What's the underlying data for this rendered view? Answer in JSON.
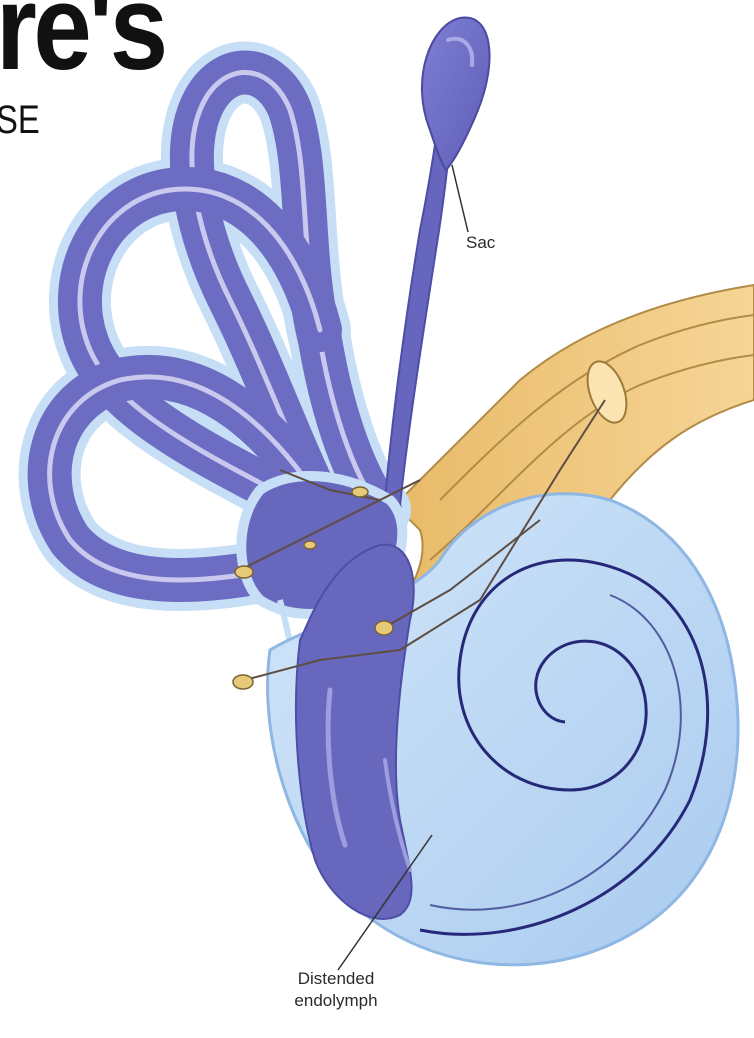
{
  "header": {
    "title": "re's",
    "subtitle": "SE"
  },
  "labels": {
    "sac": "Sac",
    "endolymph_line1": "Distended",
    "endolymph_line2": "endolymph"
  },
  "colors": {
    "labyrinth_purple": "#6f6fc4",
    "labyrinth_highlight": "#c7c7ef",
    "bone_outline": "#bcd7f3",
    "cochlea_blue": "#b8d6f4",
    "cochlea_stroke": "#26287a",
    "nerve_yellow": "#f0c77b",
    "nerve_stroke": "#a88845"
  }
}
